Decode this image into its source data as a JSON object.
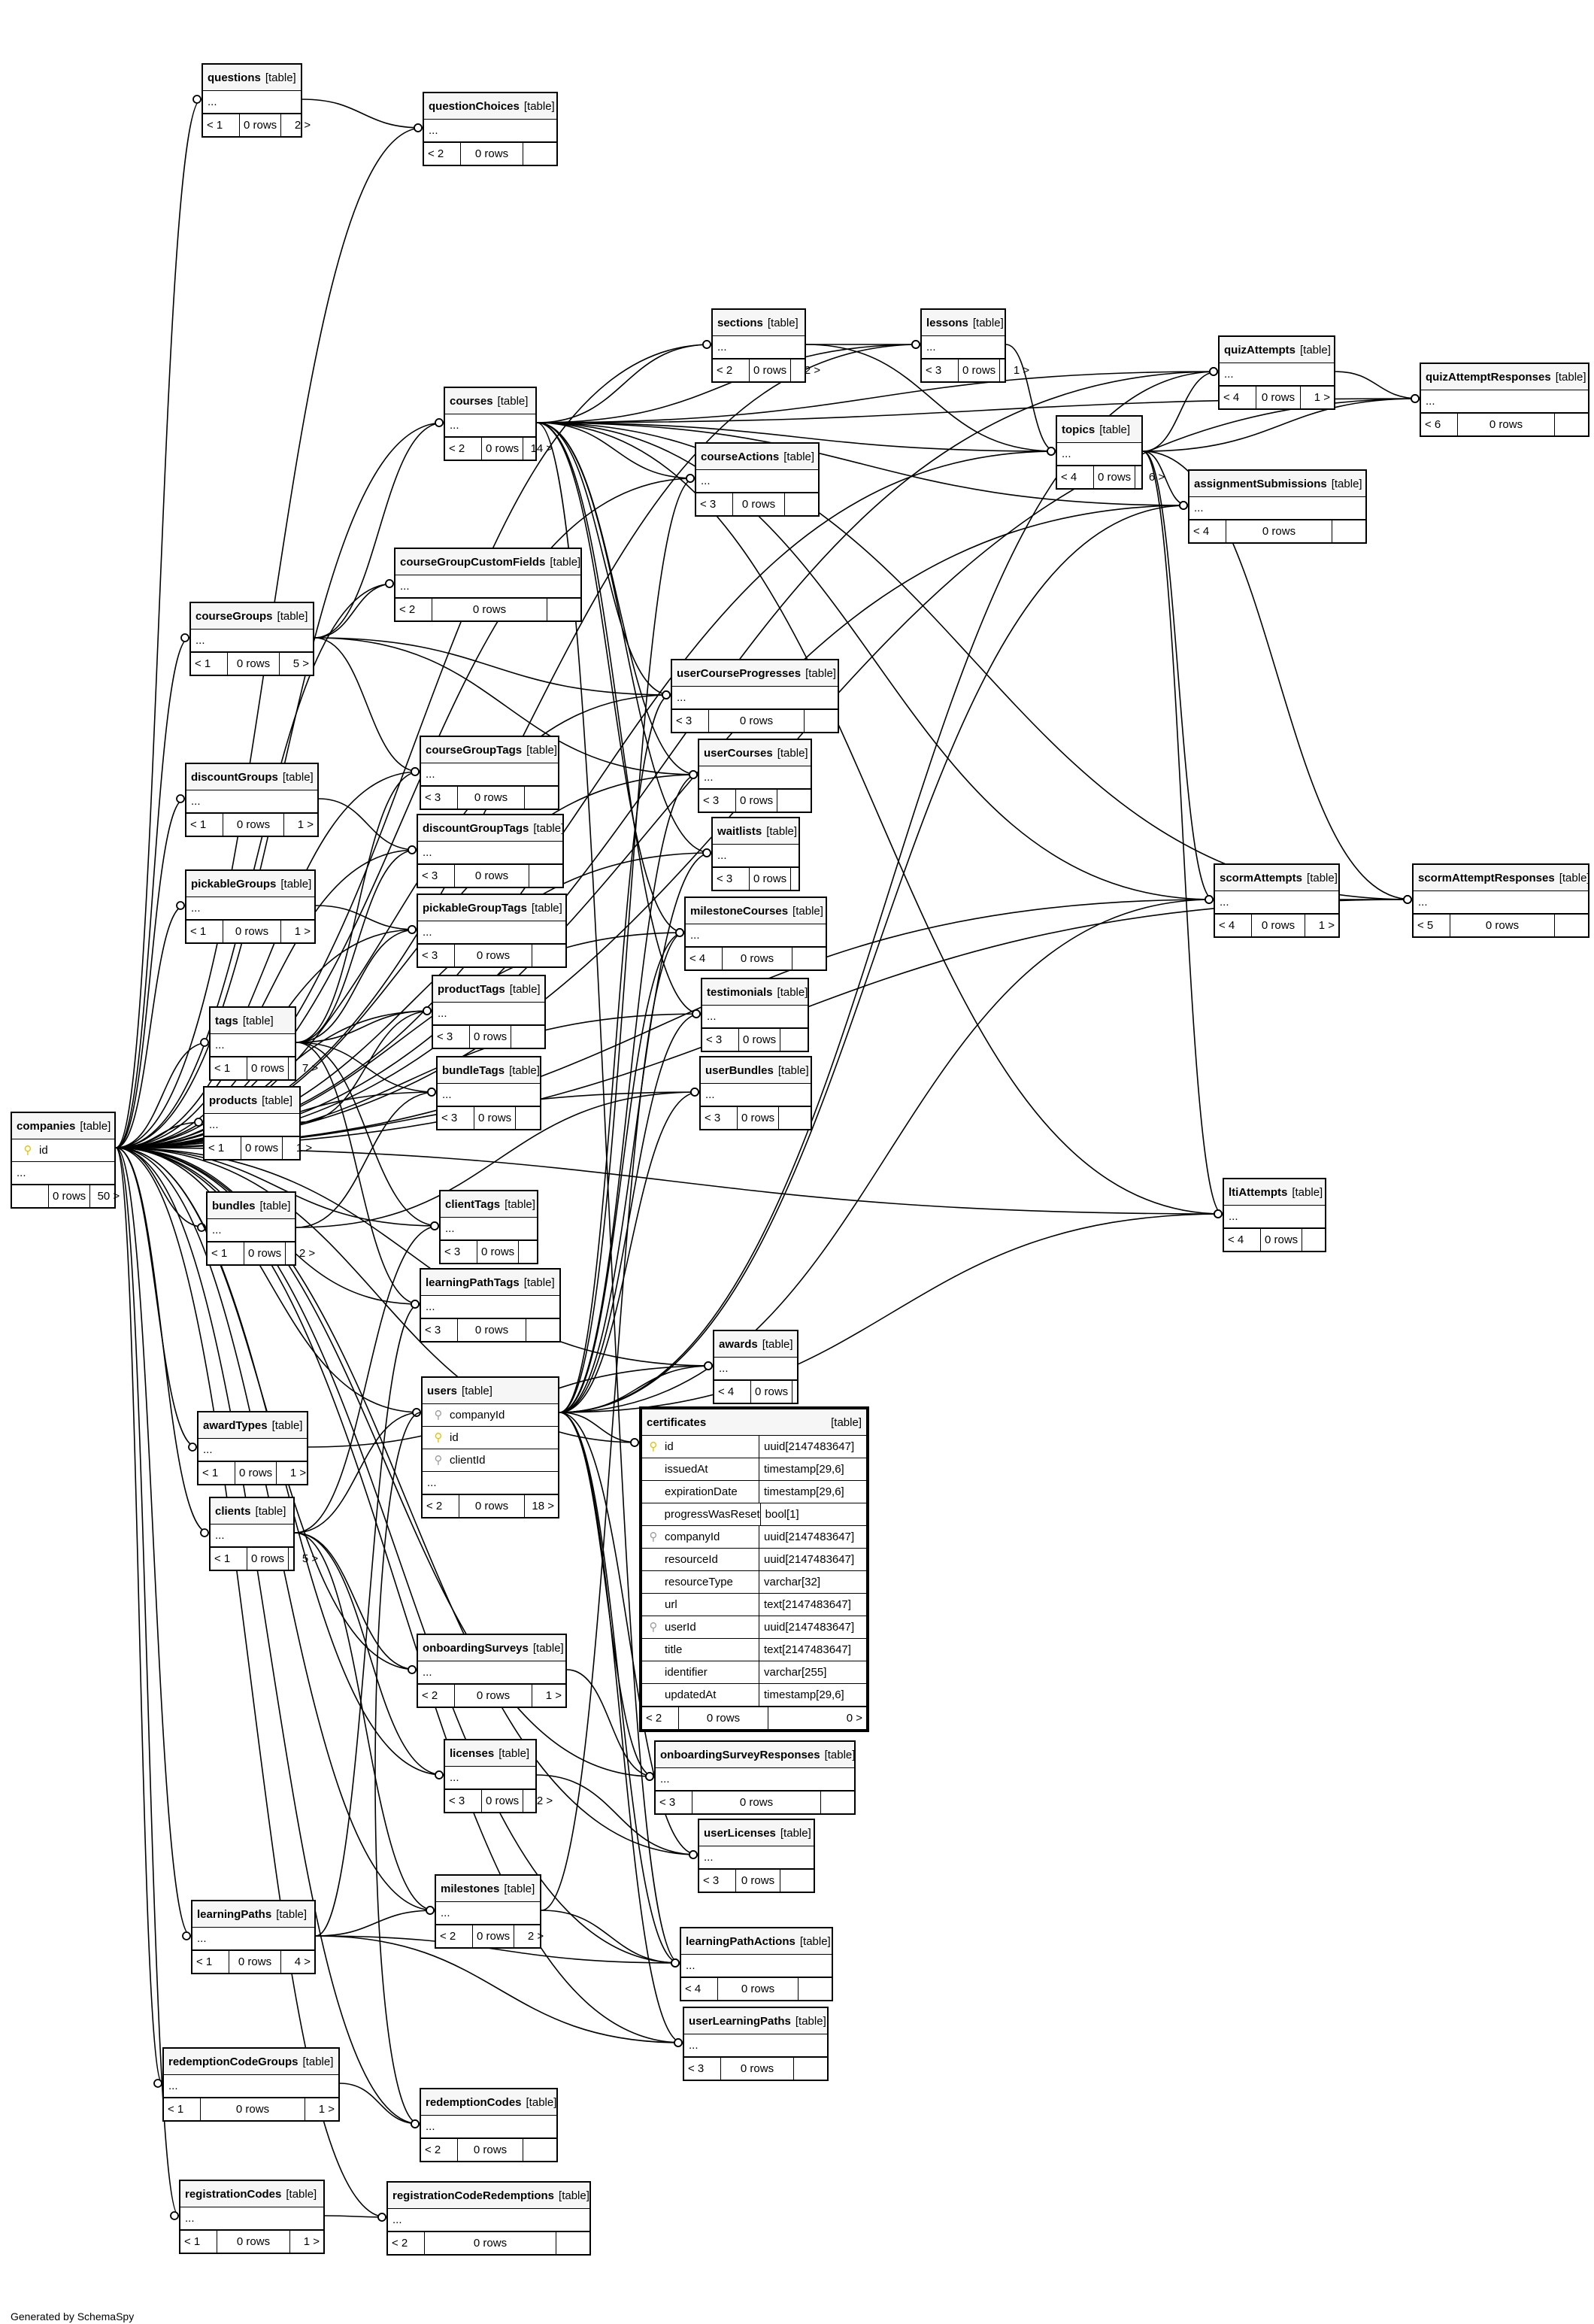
{
  "footer": "Generated by SchemaSpy",
  "tables": [
    {
      "key": "companies",
      "name": "companies",
      "kind": "[table]",
      "rows": [
        "id",
        "..."
      ],
      "pk": [
        0
      ],
      "foot": [
        "",
        "0 rows",
        "50 >"
      ]
    },
    {
      "key": "questions",
      "name": "questions",
      "kind": "[table]",
      "rows": [
        "..."
      ],
      "foot": [
        "< 1",
        "0 rows",
        "2 >"
      ]
    },
    {
      "key": "questionChoices",
      "name": "questionChoices",
      "kind": "[table]",
      "rows": [
        "..."
      ],
      "foot": [
        "< 2",
        "0 rows",
        ""
      ]
    },
    {
      "key": "sections",
      "name": "sections",
      "kind": "[table]",
      "rows": [
        "..."
      ],
      "foot": [
        "< 2",
        "0 rows",
        "2 >"
      ]
    },
    {
      "key": "lessons",
      "name": "lessons",
      "kind": "[table]",
      "rows": [
        "..."
      ],
      "foot": [
        "< 3",
        "0 rows",
        "1 >"
      ]
    },
    {
      "key": "courses",
      "name": "courses",
      "kind": "[table]",
      "rows": [
        "..."
      ],
      "foot": [
        "< 2",
        "0 rows",
        "14 >"
      ]
    },
    {
      "key": "courseActions",
      "name": "courseActions",
      "kind": "[table]",
      "rows": [
        "..."
      ],
      "foot": [
        "< 3",
        "0 rows",
        ""
      ]
    },
    {
      "key": "topics",
      "name": "topics",
      "kind": "[table]",
      "rows": [
        "..."
      ],
      "foot": [
        "< 4",
        "0 rows",
        "6 >"
      ]
    },
    {
      "key": "quizAttempts",
      "name": "quizAttempts",
      "kind": "[table]",
      "rows": [
        "..."
      ],
      "foot": [
        "< 4",
        "0 rows",
        "1 >"
      ]
    },
    {
      "key": "quizAttemptResponses",
      "name": "quizAttemptResponses",
      "kind": "[table]",
      "rows": [
        "..."
      ],
      "foot": [
        "< 6",
        "0 rows",
        ""
      ]
    },
    {
      "key": "assignmentSubmissions",
      "name": "assignmentSubmissions",
      "kind": "[table]",
      "rows": [
        "..."
      ],
      "foot": [
        "< 4",
        "0 rows",
        ""
      ]
    },
    {
      "key": "courseGroupCustomFields",
      "name": "courseGroupCustomFields",
      "kind": "[table]",
      "rows": [
        "..."
      ],
      "foot": [
        "< 2",
        "0 rows",
        ""
      ]
    },
    {
      "key": "courseGroups",
      "name": "courseGroups",
      "kind": "[table]",
      "rows": [
        "..."
      ],
      "foot": [
        "< 1",
        "0 rows",
        "5 >"
      ]
    },
    {
      "key": "userCourseProgresses",
      "name": "userCourseProgresses",
      "kind": "[table]",
      "rows": [
        "..."
      ],
      "foot": [
        "< 3",
        "0 rows",
        ""
      ]
    },
    {
      "key": "courseGroupTags",
      "name": "courseGroupTags",
      "kind": "[table]",
      "rows": [
        "..."
      ],
      "foot": [
        "< 3",
        "0 rows",
        ""
      ]
    },
    {
      "key": "userCourses",
      "name": "userCourses",
      "kind": "[table]",
      "rows": [
        "..."
      ],
      "foot": [
        "< 3",
        "0 rows",
        ""
      ]
    },
    {
      "key": "discountGroups",
      "name": "discountGroups",
      "kind": "[table]",
      "rows": [
        "..."
      ],
      "foot": [
        "< 1",
        "0 rows",
        "1 >"
      ]
    },
    {
      "key": "discountGroupTags",
      "name": "discountGroupTags",
      "kind": "[table]",
      "rows": [
        "..."
      ],
      "foot": [
        "< 3",
        "0 rows",
        ""
      ]
    },
    {
      "key": "waitlists",
      "name": "waitlists",
      "kind": "[table]",
      "rows": [
        "..."
      ],
      "foot": [
        "< 3",
        "0 rows",
        ""
      ]
    },
    {
      "key": "pickableGroups",
      "name": "pickableGroups",
      "kind": "[table]",
      "rows": [
        "..."
      ],
      "foot": [
        "< 1",
        "0 rows",
        "1 >"
      ]
    },
    {
      "key": "pickableGroupTags",
      "name": "pickableGroupTags",
      "kind": "[table]",
      "rows": [
        "..."
      ],
      "foot": [
        "< 3",
        "0 rows",
        ""
      ]
    },
    {
      "key": "milestoneCourses",
      "name": "milestoneCourses",
      "kind": "[table]",
      "rows": [
        "..."
      ],
      "foot": [
        "< 4",
        "0 rows",
        ""
      ]
    },
    {
      "key": "scormAttempts",
      "name": "scormAttempts",
      "kind": "[table]",
      "rows": [
        "..."
      ],
      "foot": [
        "< 4",
        "0 rows",
        "1 >"
      ]
    },
    {
      "key": "scormAttemptResponses",
      "name": "scormAttemptResponses",
      "kind": "[table]",
      "rows": [
        "..."
      ],
      "foot": [
        "< 5",
        "0 rows",
        ""
      ]
    },
    {
      "key": "productTags",
      "name": "productTags",
      "kind": "[table]",
      "rows": [
        "..."
      ],
      "foot": [
        "< 3",
        "0 rows",
        ""
      ]
    },
    {
      "key": "testimonials",
      "name": "testimonials",
      "kind": "[table]",
      "rows": [
        "..."
      ],
      "foot": [
        "< 3",
        "0 rows",
        ""
      ]
    },
    {
      "key": "tags",
      "name": "tags",
      "kind": "[table]",
      "rows": [
        "..."
      ],
      "foot": [
        "< 1",
        "0 rows",
        "7 >"
      ]
    },
    {
      "key": "bundleTags",
      "name": "bundleTags",
      "kind": "[table]",
      "rows": [
        "..."
      ],
      "foot": [
        "< 3",
        "0 rows",
        ""
      ]
    },
    {
      "key": "userBundles",
      "name": "userBundles",
      "kind": "[table]",
      "rows": [
        "..."
      ],
      "foot": [
        "< 3",
        "0 rows",
        ""
      ]
    },
    {
      "key": "products",
      "name": "products",
      "kind": "[table]",
      "rows": [
        "..."
      ],
      "foot": [
        "< 1",
        "0 rows",
        "1 >"
      ]
    },
    {
      "key": "ltiAttempts",
      "name": "ltiAttempts",
      "kind": "[table]",
      "rows": [
        "..."
      ],
      "foot": [
        "< 4",
        "0 rows",
        ""
      ]
    },
    {
      "key": "bundles",
      "name": "bundles",
      "kind": "[table]",
      "rows": [
        "..."
      ],
      "foot": [
        "< 1",
        "0 rows",
        "2 >"
      ]
    },
    {
      "key": "clientTags",
      "name": "clientTags",
      "kind": "[table]",
      "rows": [
        "..."
      ],
      "foot": [
        "< 3",
        "0 rows",
        ""
      ]
    },
    {
      "key": "learningPathTags",
      "name": "learningPathTags",
      "kind": "[table]",
      "rows": [
        "..."
      ],
      "foot": [
        "< 3",
        "0 rows",
        ""
      ]
    },
    {
      "key": "awards",
      "name": "awards",
      "kind": "[table]",
      "rows": [
        "..."
      ],
      "foot": [
        "< 4",
        "0 rows",
        ""
      ]
    },
    {
      "key": "users",
      "name": "users",
      "kind": "[table]",
      "rows": [
        "companyId",
        "id",
        "clientId",
        "..."
      ],
      "fk": [
        0,
        2
      ],
      "pk": [
        1
      ],
      "foot": [
        "< 2",
        "0 rows",
        "18 >"
      ]
    },
    {
      "key": "awardTypes",
      "name": "awardTypes",
      "kind": "[table]",
      "rows": [
        "..."
      ],
      "foot": [
        "< 1",
        "0 rows",
        "1 >"
      ]
    },
    {
      "key": "clients",
      "name": "clients",
      "kind": "[table]",
      "rows": [
        "..."
      ],
      "foot": [
        "< 1",
        "0 rows",
        "5 >"
      ]
    },
    {
      "key": "onboardingSurveys",
      "name": "onboardingSurveys",
      "kind": "[table]",
      "rows": [
        "..."
      ],
      "foot": [
        "< 2",
        "0 rows",
        "1 >"
      ]
    },
    {
      "key": "onboardingSurveyResponses",
      "name": "onboardingSurveyResponses",
      "kind": "[table]",
      "rows": [
        "..."
      ],
      "foot": [
        "< 3",
        "0 rows",
        ""
      ]
    },
    {
      "key": "licenses",
      "name": "licenses",
      "kind": "[table]",
      "rows": [
        "..."
      ],
      "foot": [
        "< 3",
        "0 rows",
        "2 >"
      ]
    },
    {
      "key": "userLicenses",
      "name": "userLicenses",
      "kind": "[table]",
      "rows": [
        "..."
      ],
      "foot": [
        "< 3",
        "0 rows",
        ""
      ]
    },
    {
      "key": "milestones",
      "name": "milestones",
      "kind": "[table]",
      "rows": [
        "..."
      ],
      "foot": [
        "< 2",
        "0 rows",
        "2 >"
      ]
    },
    {
      "key": "learningPaths",
      "name": "learningPaths",
      "kind": "[table]",
      "rows": [
        "..."
      ],
      "foot": [
        "< 1",
        "0 rows",
        "4 >"
      ]
    },
    {
      "key": "learningPathActions",
      "name": "learningPathActions",
      "kind": "[table]",
      "rows": [
        "..."
      ],
      "foot": [
        "< 4",
        "0 rows",
        ""
      ]
    },
    {
      "key": "userLearningPaths",
      "name": "userLearningPaths",
      "kind": "[table]",
      "rows": [
        "..."
      ],
      "foot": [
        "< 3",
        "0 rows",
        ""
      ]
    },
    {
      "key": "redemptionCodeGroups",
      "name": "redemptionCodeGroups",
      "kind": "[table]",
      "rows": [
        "..."
      ],
      "foot": [
        "< 1",
        "0 rows",
        "1 >"
      ]
    },
    {
      "key": "redemptionCodes",
      "name": "redemptionCodes",
      "kind": "[table]",
      "rows": [
        "..."
      ],
      "foot": [
        "< 2",
        "0 rows",
        ""
      ]
    },
    {
      "key": "registrationCodes",
      "name": "registrationCodes",
      "kind": "[table]",
      "rows": [
        "..."
      ],
      "foot": [
        "< 1",
        "0 rows",
        "1 >"
      ]
    },
    {
      "key": "registrationCodeRedemptions",
      "name": "registrationCodeRedemptions",
      "kind": "[table]",
      "rows": [
        "..."
      ],
      "foot": [
        "< 2",
        "0 rows",
        ""
      ]
    }
  ],
  "certificates": {
    "name": "certificates",
    "kind": "[table]",
    "columns": [
      {
        "name": "id",
        "type": "uuid[2147483647]",
        "key": "pk"
      },
      {
        "name": "issuedAt",
        "type": "timestamp[29,6]"
      },
      {
        "name": "expirationDate",
        "type": "timestamp[29,6]"
      },
      {
        "name": "progressWasReset",
        "type": "bool[1]"
      },
      {
        "name": "companyId",
        "type": "uuid[2147483647]",
        "key": "fk"
      },
      {
        "name": "resourceId",
        "type": "uuid[2147483647]"
      },
      {
        "name": "resourceType",
        "type": "varchar[32]"
      },
      {
        "name": "url",
        "type": "text[2147483647]"
      },
      {
        "name": "userId",
        "type": "uuid[2147483647]",
        "key": "fk"
      },
      {
        "name": "title",
        "type": "text[2147483647]"
      },
      {
        "name": "identifier",
        "type": "varchar[255]"
      },
      {
        "name": "updatedAt",
        "type": "timestamp[29,6]"
      }
    ],
    "foot": [
      "< 2",
      "0 rows",
      "0 >"
    ]
  },
  "edges": [
    [
      "companies",
      "questions"
    ],
    [
      "companies",
      "questionChoices"
    ],
    [
      "questions",
      "questionChoices"
    ],
    [
      "companies",
      "sections"
    ],
    [
      "companies",
      "lessons"
    ],
    [
      "companies",
      "courses"
    ],
    [
      "companies",
      "courseActions"
    ],
    [
      "companies",
      "topics"
    ],
    [
      "companies",
      "quizAttempts"
    ],
    [
      "companies",
      "quizAttemptResponses"
    ],
    [
      "companies",
      "assignmentSubmissions"
    ],
    [
      "companies",
      "courseGroupCustomFields"
    ],
    [
      "companies",
      "courseGroups"
    ],
    [
      "companies",
      "userCourseProgresses"
    ],
    [
      "companies",
      "courseGroupTags"
    ],
    [
      "companies",
      "userCourses"
    ],
    [
      "companies",
      "discountGroups"
    ],
    [
      "companies",
      "discountGroupTags"
    ],
    [
      "companies",
      "waitlists"
    ],
    [
      "companies",
      "pickableGroups"
    ],
    [
      "companies",
      "pickableGroupTags"
    ],
    [
      "companies",
      "milestoneCourses"
    ],
    [
      "companies",
      "scormAttempts"
    ],
    [
      "companies",
      "scormAttemptResponses"
    ],
    [
      "companies",
      "productTags"
    ],
    [
      "companies",
      "testimonials"
    ],
    [
      "companies",
      "tags"
    ],
    [
      "companies",
      "bundleTags"
    ],
    [
      "companies",
      "userBundles"
    ],
    [
      "companies",
      "products"
    ],
    [
      "companies",
      "ltiAttempts"
    ],
    [
      "companies",
      "bundles"
    ],
    [
      "companies",
      "clientTags"
    ],
    [
      "companies",
      "learningPathTags"
    ],
    [
      "companies",
      "awards"
    ],
    [
      "companies",
      "users"
    ],
    [
      "companies",
      "awardTypes"
    ],
    [
      "companies",
      "clients"
    ],
    [
      "companies",
      "onboardingSurveys"
    ],
    [
      "companies",
      "onboardingSurveyResponses"
    ],
    [
      "companies",
      "licenses"
    ],
    [
      "companies",
      "userLicenses"
    ],
    [
      "companies",
      "milestones"
    ],
    [
      "companies",
      "learningPaths"
    ],
    [
      "companies",
      "learningPathActions"
    ],
    [
      "companies",
      "userLearningPaths"
    ],
    [
      "companies",
      "redemptionCodeGroups"
    ],
    [
      "companies",
      "redemptionCodes"
    ],
    [
      "companies",
      "registrationCodes"
    ],
    [
      "companies",
      "registrationCodeRedemptions"
    ],
    [
      "companies",
      "certificates"
    ],
    [
      "sections",
      "lessons"
    ],
    [
      "sections",
      "topics"
    ],
    [
      "lessons",
      "topics"
    ],
    [
      "courses",
      "sections"
    ],
    [
      "courses",
      "lessons"
    ],
    [
      "courses",
      "topics"
    ],
    [
      "courses",
      "courseActions"
    ],
    [
      "courses",
      "userCourseProgresses"
    ],
    [
      "courses",
      "userCourses"
    ],
    [
      "courses",
      "waitlists"
    ],
    [
      "courses",
      "milestoneCourses"
    ],
    [
      "courses",
      "testimonials"
    ],
    [
      "courses",
      "quizAttempts"
    ],
    [
      "courses",
      "scormAttempts"
    ],
    [
      "courses",
      "assignmentSubmissions"
    ],
    [
      "courses",
      "ltiAttempts"
    ],
    [
      "courses",
      "learningPathActions"
    ],
    [
      "courses",
      "quizAttemptResponses"
    ],
    [
      "courses",
      "scormAttemptResponses"
    ],
    [
      "topics",
      "quizAttempts"
    ],
    [
      "topics",
      "quizAttemptResponses"
    ],
    [
      "topics",
      "assignmentSubmissions"
    ],
    [
      "topics",
      "scormAttempts"
    ],
    [
      "topics",
      "scormAttemptResponses"
    ],
    [
      "topics",
      "ltiAttempts"
    ],
    [
      "quizAttempts",
      "quizAttemptResponses"
    ],
    [
      "scormAttempts",
      "scormAttemptResponses"
    ],
    [
      "courseGroups",
      "courseGroupCustomFields"
    ],
    [
      "courseGroups",
      "courseGroupTags"
    ],
    [
      "courseGroups",
      "courses"
    ],
    [
      "courseGroups",
      "userCourses"
    ],
    [
      "courseGroups",
      "userCourseProgresses"
    ],
    [
      "discountGroups",
      "discountGroupTags"
    ],
    [
      "pickableGroups",
      "pickableGroupTags"
    ],
    [
      "tags",
      "courseGroupTags"
    ],
    [
      "tags",
      "discountGroupTags"
    ],
    [
      "tags",
      "pickableGroupTags"
    ],
    [
      "tags",
      "productTags"
    ],
    [
      "tags",
      "bundleTags"
    ],
    [
      "tags",
      "clientTags"
    ],
    [
      "tags",
      "learningPathTags"
    ],
    [
      "products",
      "productTags"
    ],
    [
      "bundles",
      "bundleTags"
    ],
    [
      "bundles",
      "userBundles"
    ],
    [
      "clients",
      "clientTags"
    ],
    [
      "clients",
      "users"
    ],
    [
      "clients",
      "onboardingSurveys"
    ],
    [
      "clients",
      "licenses"
    ],
    [
      "clients",
      "milestones"
    ],
    [
      "users",
      "userCourses"
    ],
    [
      "users",
      "userCourseProgresses"
    ],
    [
      "users",
      "waitlists"
    ],
    [
      "users",
      "awards"
    ],
    [
      "users",
      "userBundles"
    ],
    [
      "users",
      "quizAttempts"
    ],
    [
      "users",
      "scormAttempts"
    ],
    [
      "users",
      "ltiAttempts"
    ],
    [
      "users",
      "assignmentSubmissions"
    ],
    [
      "users",
      "onboardingSurveyResponses"
    ],
    [
      "users",
      "userLicenses"
    ],
    [
      "users",
      "userLearningPaths"
    ],
    [
      "users",
      "certificates"
    ],
    [
      "users",
      "testimonials"
    ],
    [
      "users",
      "courseActions"
    ],
    [
      "users",
      "learningPathActions"
    ],
    [
      "users",
      "milestoneCourses"
    ],
    [
      "users",
      "redemptionCodes"
    ],
    [
      "awardTypes",
      "awards"
    ],
    [
      "onboardingSurveys",
      "onboardingSurveyResponses"
    ],
    [
      "licenses",
      "userLicenses"
    ],
    [
      "milestones",
      "milestoneCourses"
    ],
    [
      "milestones",
      "learningPathActions"
    ],
    [
      "learningPaths",
      "milestones"
    ],
    [
      "learningPaths",
      "learningPathTags"
    ],
    [
      "learningPaths",
      "learningPathActions"
    ],
    [
      "learningPaths",
      "userLearningPaths"
    ],
    [
      "redemptionCodeGroups",
      "redemptionCodes"
    ],
    [
      "registrationCodes",
      "registrationCodeRedemptions"
    ]
  ]
}
